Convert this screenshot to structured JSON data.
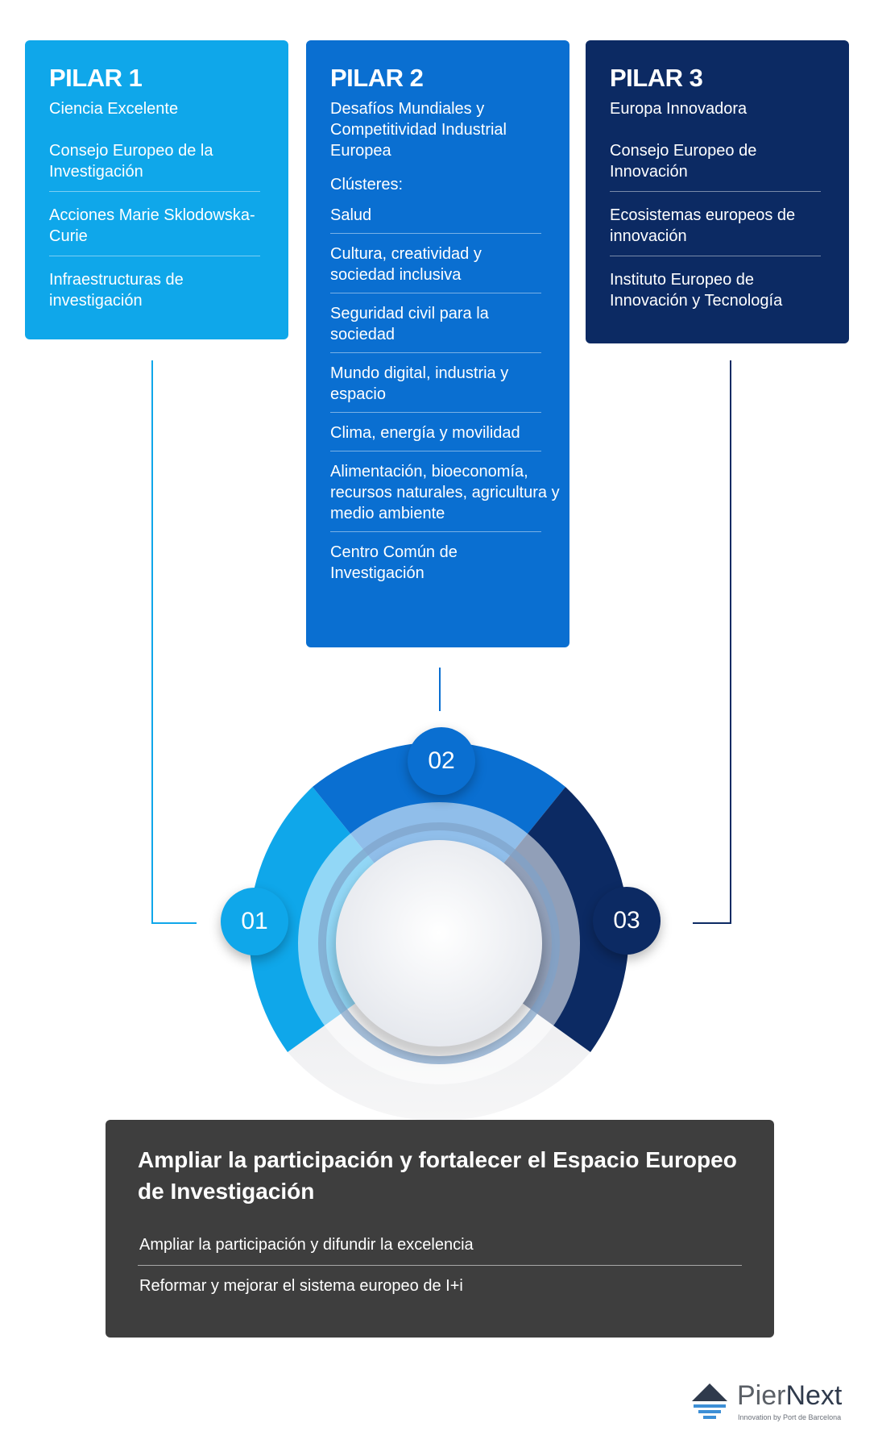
{
  "colors": {
    "pilar1": "#0fa7ea",
    "pilar2": "#0a6fd1",
    "pilar3": "#0c2a63",
    "bottom_box": "#3e3e3e"
  },
  "pilar1": {
    "title": "PILAR 1",
    "subtitle": "Ciencia Excelente",
    "items": [
      "Consejo Europeo de la Investigación",
      "Acciones Marie Sklodowska-Curie",
      "Infraestructuras de investigación"
    ]
  },
  "pilar2": {
    "title": "PILAR 2",
    "subtitle": "Desafíos Mundiales y Competitividad Industrial Europea",
    "clusters_label": "Clústeres:",
    "items": [
      "Salud",
      "Cultura, creatividad y sociedad inclusiva",
      "Seguridad civil para la sociedad",
      "Mundo digital, industria y espacio",
      "Clima, energía y movilidad",
      "Alimentación, bioeconomía, recursos naturales, agricultura y medio ambiente",
      "Centro Común de Investigación"
    ]
  },
  "pilar3": {
    "title": "PILAR 3",
    "subtitle": "Europa Innovadora",
    "items": [
      "Consejo Europeo de Innovación",
      "Ecosistemas europeos de innovación",
      "Instituto Europeo de Innovación y Tecnología"
    ]
  },
  "badges": [
    "01",
    "02",
    "03"
  ],
  "bottom": {
    "title": "Ampliar la participación y fortalecer el Espacio Europeo de Investigación",
    "items": [
      "Ampliar la participación y difundir la excelencia",
      "Reformar y mejorar el sistema europeo de I+i"
    ]
  },
  "logo": {
    "name_part1": "Pier",
    "name_part2": "Next",
    "tagline": "Innovation by Port de Barcelona"
  }
}
